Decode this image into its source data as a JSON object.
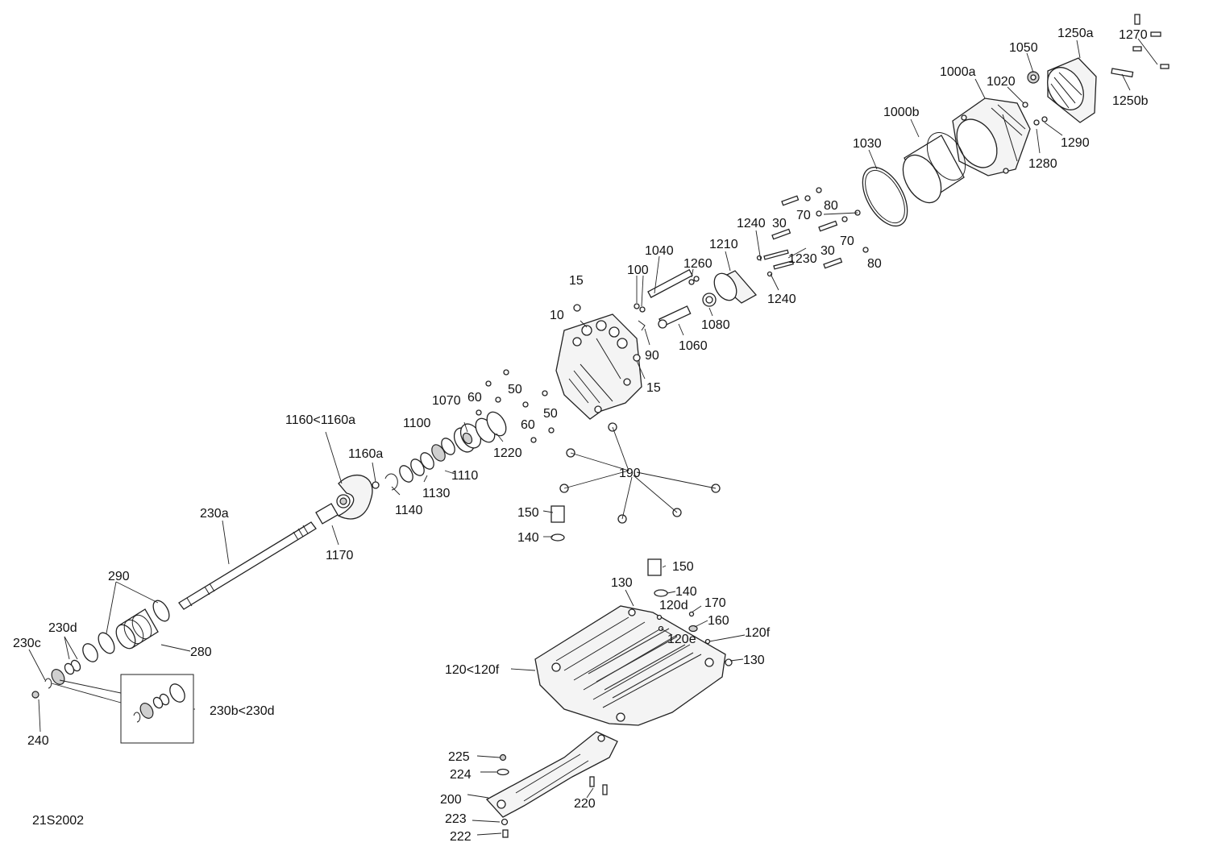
{
  "diagram": {
    "code": "21S2002",
    "labels": {
      "l1250a": "1250a",
      "l1270": "1270",
      "l1050": "1050",
      "l1000a": "1000a",
      "l1020": "1020",
      "l1250b": "1250b",
      "l1000b": "1000b",
      "l1290": "1290",
      "l1280": "1280",
      "l1030": "1030",
      "l80a": "80",
      "l70a": "70",
      "l30a": "30",
      "l1240a": "1240",
      "l70b": "70",
      "l30b": "30",
      "l1230": "1230",
      "l80b": "80",
      "l1040": "1040",
      "l1260": "1260",
      "l1210": "1210",
      "l100": "100",
      "l1240b": "1240",
      "l15a": "15",
      "l1080": "1080",
      "l10": "10",
      "l90": "90",
      "l1060": "1060",
      "l15b": "15",
      "l50a": "50",
      "l60a": "60",
      "l1070": "1070",
      "l50b": "50",
      "l60b": "60",
      "l1160": "1160<1160a",
      "l1100": "1100",
      "l1220": "1220",
      "l1160a": "1160a",
      "l1110": "1110",
      "l190": "190",
      "l1130": "1130",
      "l1140": "1140",
      "l230a": "230a",
      "l150a": "150",
      "l140a": "140",
      "l1170": "1170",
      "l150b": "150",
      "l290": "290",
      "l130a": "130",
      "l140b": "140",
      "l120d": "120d",
      "l170": "170",
      "l230d": "230d",
      "l160": "160",
      "l120f": "120f",
      "l230c": "230c",
      "l280": "280",
      "l120e": "120e",
      "l130b": "130",
      "l120": "120<120f",
      "l230b": "230b<230d",
      "l240": "240",
      "l225": "225",
      "l224": "224",
      "l200": "200",
      "l220": "220",
      "l223": "223",
      "l222": "222"
    }
  }
}
